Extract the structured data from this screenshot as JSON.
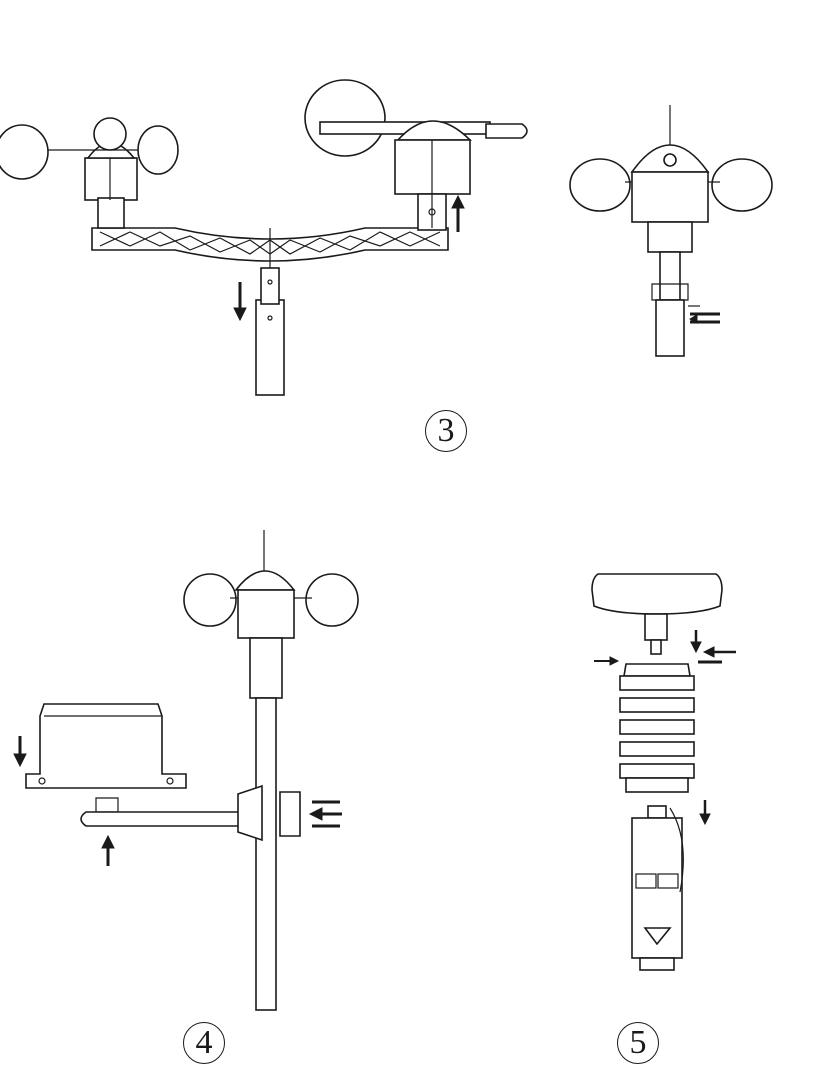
{
  "steps": [
    {
      "id": "3",
      "label": "3"
    },
    {
      "id": "4",
      "label": "4"
    },
    {
      "id": "5",
      "label": "5"
    }
  ],
  "icons": [
    "anemometer-cups-icon",
    "wind-vane-icon",
    "mounting-pole-icon",
    "arrow-icon",
    "screw-icon",
    "rain-gauge-icon",
    "radiation-shield-icon",
    "sensor-unit-icon"
  ],
  "colors": {
    "line": "#1a1a1a",
    "background": "#ffffff"
  }
}
